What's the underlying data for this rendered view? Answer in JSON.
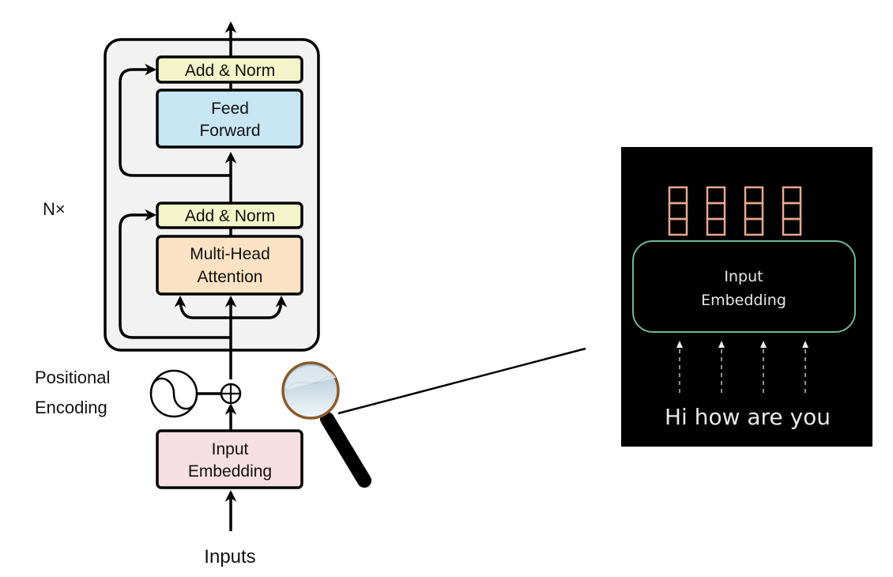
{
  "encoder": {
    "repeat_label": "N×",
    "add_norm_top": "Add & Norm",
    "feed_forward": [
      "Feed",
      "Forward"
    ],
    "add_norm_bottom": "Add & Norm",
    "attention": [
      "Multi-Head",
      "Attention"
    ],
    "positional_encoding": [
      "Positional",
      "Encoding"
    ],
    "input_embedding": [
      "Input",
      "Embedding"
    ],
    "inputs_label": "Inputs"
  },
  "zoom_panel": {
    "embedding_label": [
      "Input",
      "Embedding"
    ],
    "sentence": "Hi how are you",
    "token_count": 4,
    "vector_dims": 3
  },
  "colors": {
    "add_norm": "#f3f4c9",
    "feed_forward": "#c8e5f3",
    "attention": "#fbe2c4",
    "embedding": "#f6dfe2",
    "block_bg": "#f2f2f2",
    "panel_bg": "#000000",
    "panel_box": "#6fb59a",
    "vector": "#e8a88e",
    "lens_rim": "#8a5a2b"
  }
}
